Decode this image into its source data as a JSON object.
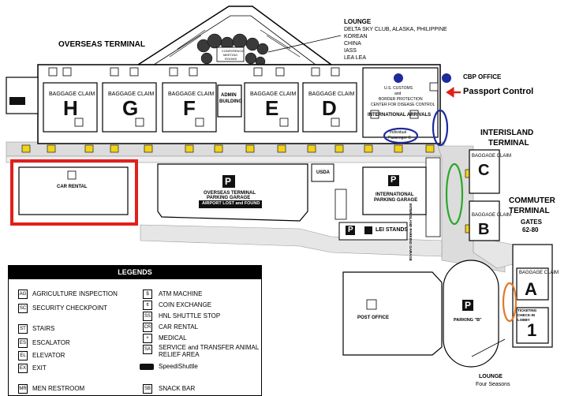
{
  "terminals": {
    "overseas": "OVERSEAS TERMINAL",
    "interisland": [
      "INTERISLAND",
      "TERMINAL"
    ],
    "commuter": [
      "COMMUTER",
      "TERMINAL"
    ],
    "commuter_gates": [
      "GATES",
      "62-80"
    ]
  },
  "lounges": {
    "top_title": "LOUNGE",
    "top_list": [
      "DELTA SKY CLUB, ALASKA, PHILIPPINE",
      "KOREAN",
      "CHINA",
      "IASS",
      "LEA LEA"
    ],
    "bottom_title": "LOUNGE",
    "bottom_name": "Four Seasons"
  },
  "lobbies": [
    "H",
    "G",
    "F",
    "E",
    "D",
    "C",
    "B",
    "A",
    "1"
  ],
  "baggage_claim": "BAGGAGE CLAIM",
  "labels": {
    "conference": [
      "CONFERENCE",
      "MEETING",
      "ROOMS"
    ],
    "admin": [
      "ADMIN",
      "BUILDING"
    ],
    "customs": [
      "U.S. CUSTOMS",
      "and",
      "BORDER PROTECTION",
      "CENTER FOR DISEASE CONTROL"
    ],
    "intl_arrivals": "INTERNATIONAL   ARRIVALS",
    "individual": [
      "Individual",
      "Passenger C"
    ],
    "cbp_office": "CBP OFFICE",
    "passport_control": "Passport Control",
    "car_rental": "CAR RENTAL",
    "overseas_garage": [
      "OVERSEAS TERMINAL",
      "PARKING GARAGE"
    ],
    "lost_found": "AIRPORT LOST and FOUND",
    "usda": "USDA",
    "intl_garage": [
      "INTERNATIONAL",
      "PARKING GARAGE"
    ],
    "lei_stands": "LEI STANDS",
    "interisland_garage": "INTERISLAND PARKING GARAGE",
    "post_office": "POST OFFICE",
    "parking_b": "PARKING \"B\"",
    "ticketing": [
      "TICKETING",
      "CHECK-IN",
      "LOBBY"
    ],
    "parking_letter": "P"
  },
  "legend": {
    "title": "LEGENDS",
    "left": [
      {
        "icon": "AG",
        "label": "AGRICULTURE INSPECTION"
      },
      {
        "icon": "SC",
        "label": "SECURITY CHECKPOINT"
      },
      {
        "icon": "ST",
        "label": "STAIRS"
      },
      {
        "icon": "ES",
        "label": "ESCALATOR"
      },
      {
        "icon": "EL",
        "label": "ELEVATOR"
      },
      {
        "icon": "EX",
        "label": "EXIT"
      },
      {
        "icon": "MR",
        "label": "MEN RESTROOM"
      }
    ],
    "right": [
      {
        "icon": "$",
        "label": "ATM MACHINE"
      },
      {
        "icon": "¢",
        "label": "COIN EXCHANGE"
      },
      {
        "icon": "SS",
        "label": "HNL SHUTTLE STOP"
      },
      {
        "icon": "CR",
        "label": "CAR RENTAL"
      },
      {
        "icon": "+",
        "label": "MEDICAL"
      },
      {
        "icon": "SA",
        "label": "SERVICE and TRANSFER ANIMAL"
      },
      {
        "icon": "",
        "label": "RELIEF AREA"
      },
      {
        "icon": "",
        "label": "SpeediShuttle"
      },
      {
        "icon": "SB",
        "label": "SNACK BAR"
      }
    ]
  },
  "colors": {
    "highlight_red": "#e0201c",
    "highlight_blue": "#1f2a9c",
    "highlight_green": "#2aa82a",
    "highlight_orange": "#e07a2a",
    "road_gray": "#d9d9d9",
    "gate_yellow": "#f2d21c"
  }
}
